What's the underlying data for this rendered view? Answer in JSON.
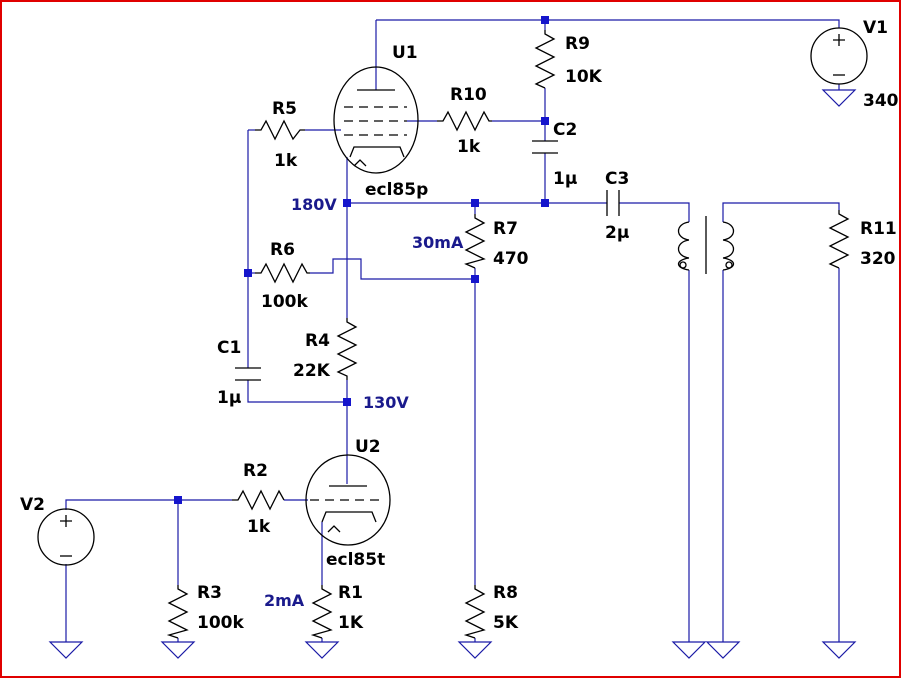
{
  "schematic": {
    "components": {
      "U1": {
        "name": "U1",
        "model": "ecl85p"
      },
      "U2": {
        "name": "U2",
        "model": "ecl85t"
      },
      "V1": {
        "name": "V1",
        "value": "340"
      },
      "V2": {
        "name": "V2"
      },
      "R1": {
        "name": "R1",
        "value": "1K"
      },
      "R2": {
        "name": "R2",
        "value": "1k"
      },
      "R3": {
        "name": "R3",
        "value": "100k"
      },
      "R4": {
        "name": "R4",
        "value": "22K"
      },
      "R5": {
        "name": "R5",
        "value": "1k"
      },
      "R6": {
        "name": "R6",
        "value": "100k"
      },
      "R7": {
        "name": "R7",
        "value": "470"
      },
      "R8": {
        "name": "R8",
        "value": "5K"
      },
      "R9": {
        "name": "R9",
        "value": "10K"
      },
      "R10": {
        "name": "R10",
        "value": "1k"
      },
      "R11": {
        "name": "R11",
        "value": "320"
      },
      "C1": {
        "name": "C1",
        "value": "1µ"
      },
      "C2": {
        "name": "C2",
        "value": "1µ"
      },
      "C3": {
        "name": "C3",
        "value": "2µ"
      }
    },
    "annotations": {
      "v180": "180V",
      "v130": "130V",
      "i30": "30mA",
      "i2": "2mA"
    },
    "colors": {
      "wire": "#1a1aa6",
      "component": "#000000",
      "annotation": "#1a1a8c",
      "junction": "#1515cc",
      "border": "#e00000"
    }
  }
}
